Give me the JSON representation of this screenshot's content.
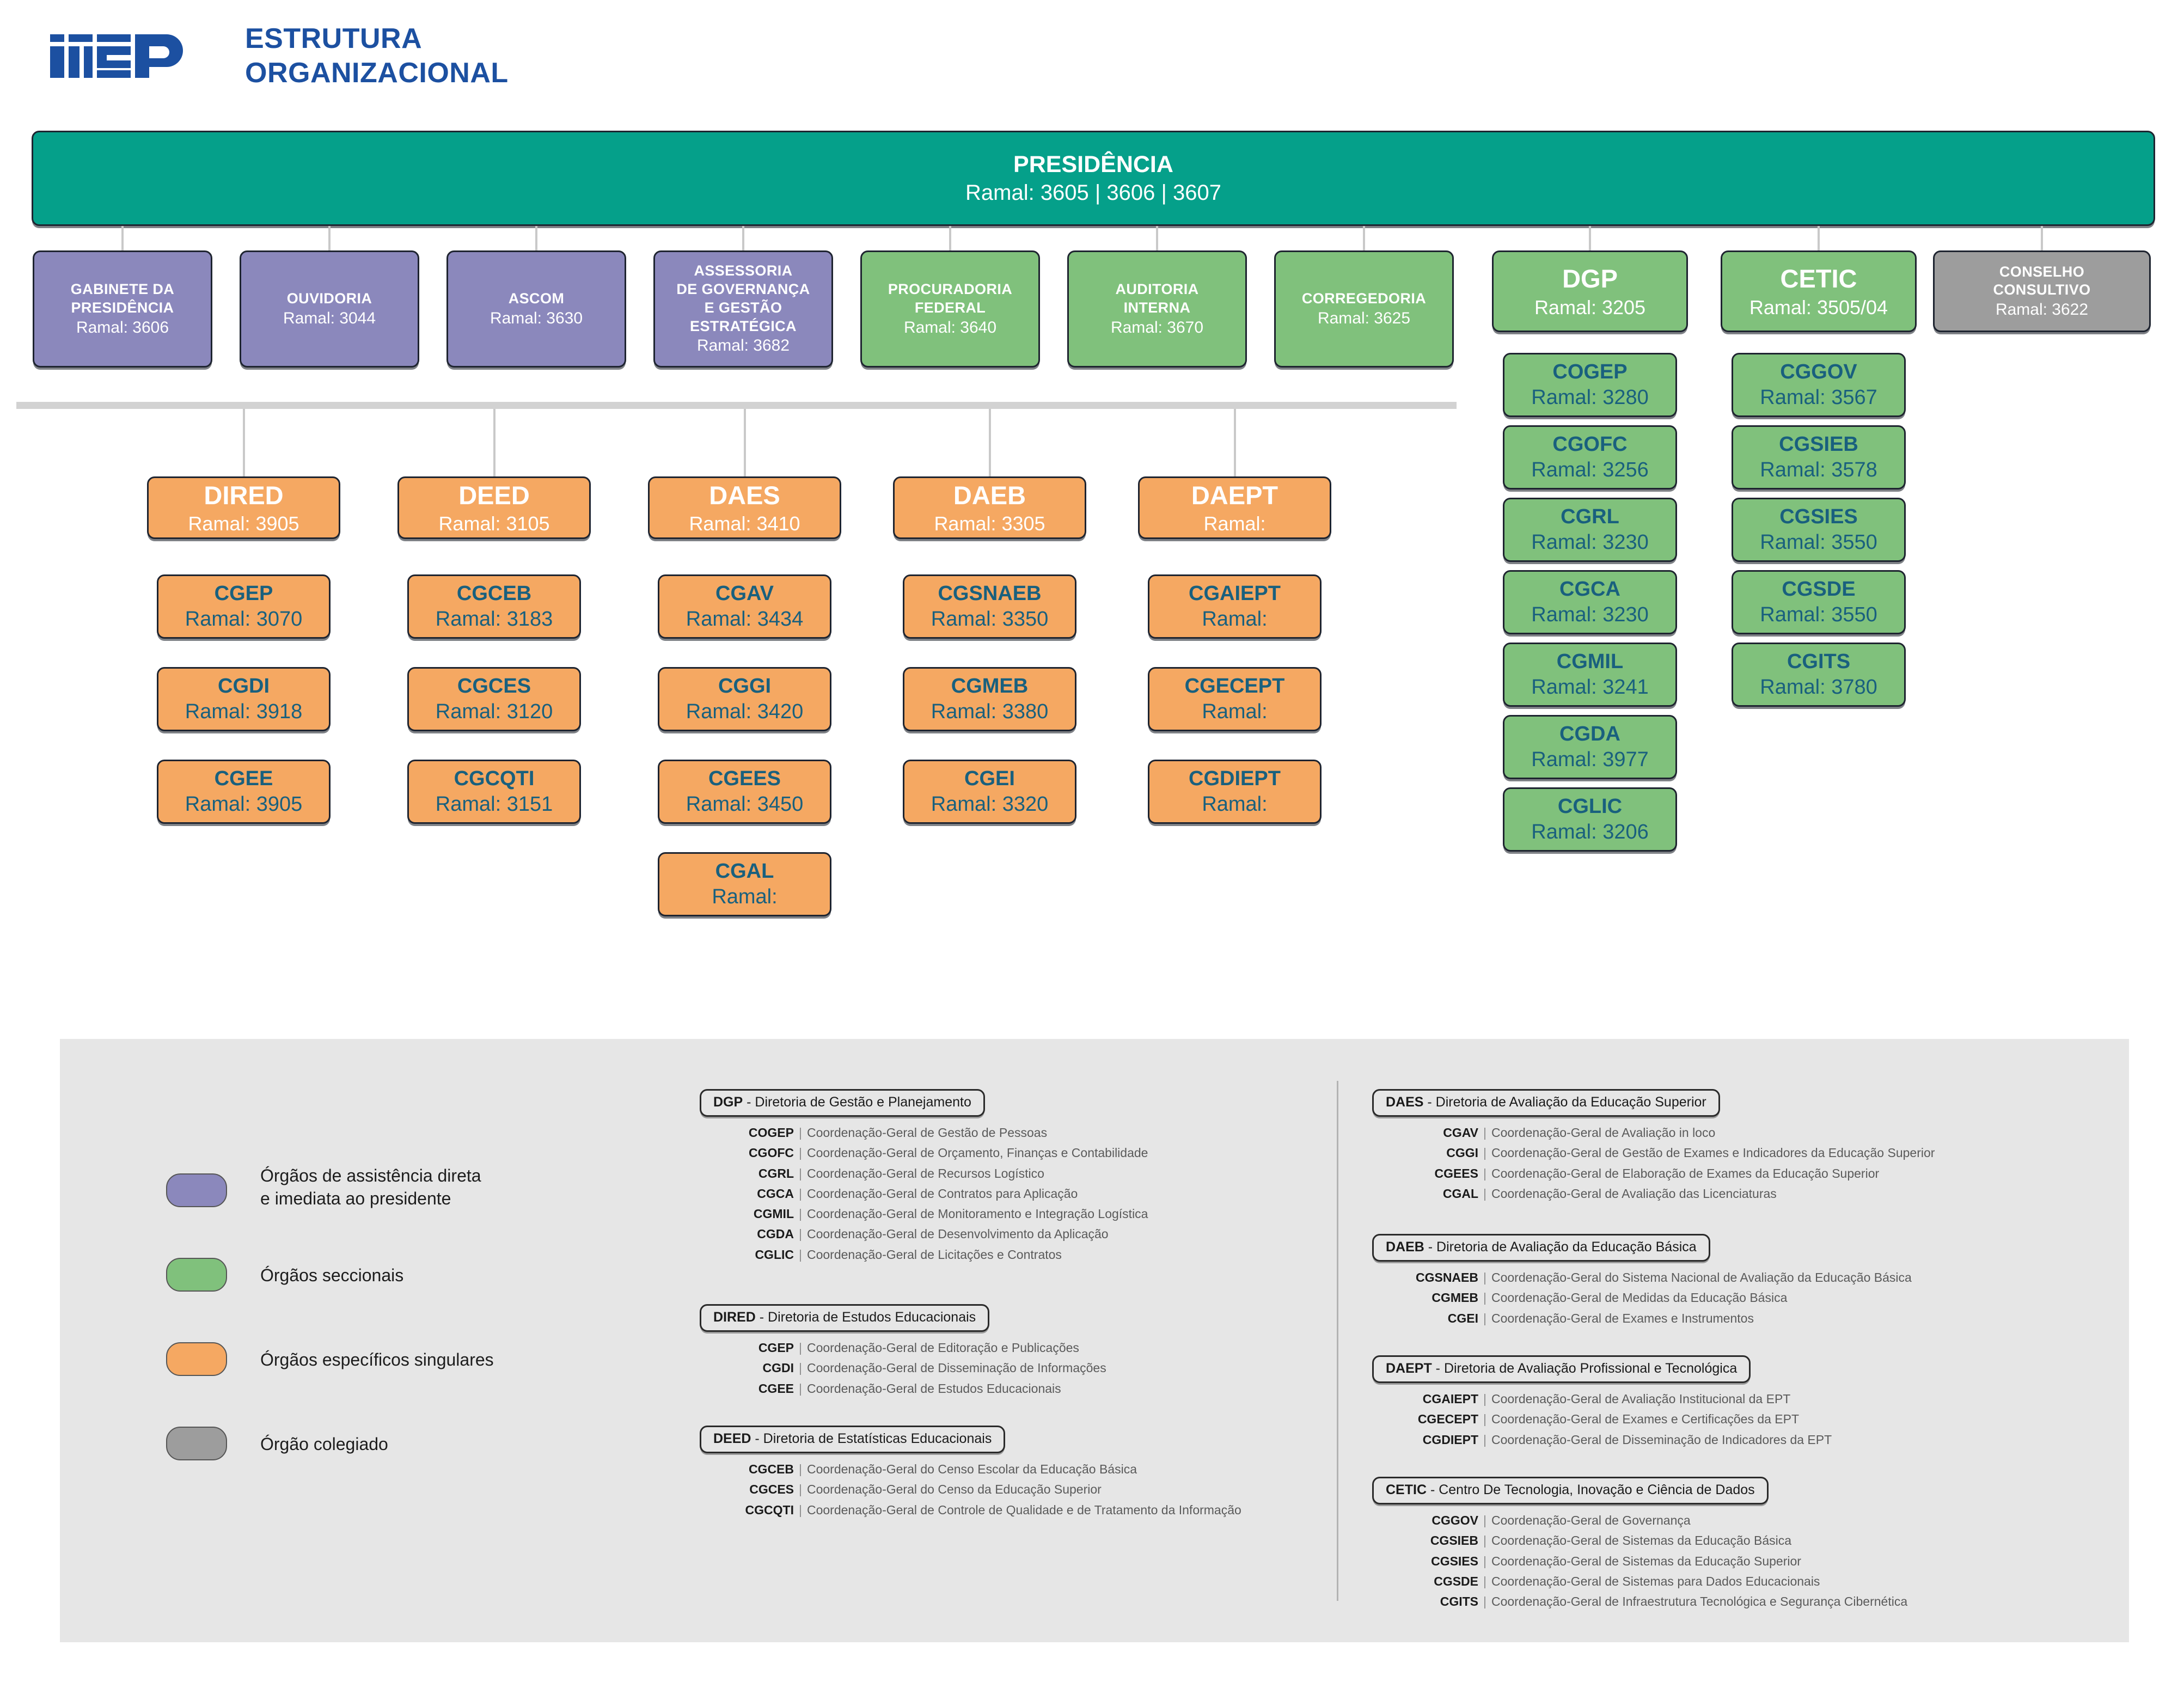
{
  "header": {
    "logo_text": "inep",
    "title_line1": "ESTRUTURA",
    "title_line2": "ORGANIZACIONAL"
  },
  "colors": {
    "teal": "#05a08a",
    "purple": "#8b88bc",
    "green": "#80c17c",
    "orange": "#f5a862",
    "gray": "#9d9d9d",
    "brand_blue": "#1c50a1",
    "panel_bg": "#e6e6e6"
  },
  "presidency": {
    "title": "PRESIDÊNCIA",
    "ramal": "Ramal: 3605 | 3606 | 3607"
  },
  "row2": [
    {
      "title": "GABINETE DA\nPRESIDÊNCIA",
      "ramal": "Ramal: 3606",
      "color": "purple"
    },
    {
      "title": "OUVIDORIA",
      "ramal": "Ramal: 3044",
      "color": "purple"
    },
    {
      "title": "ASCOM",
      "ramal": "Ramal: 3630",
      "color": "purple"
    },
    {
      "title": "ASSESSORIA\nDE GOVERNANÇA\nE GESTÃO ESTRATÉGICA",
      "ramal": "Ramal: 3682",
      "color": "purple"
    },
    {
      "title": "PROCURADORIA\nFEDERAL",
      "ramal": "Ramal: 3640",
      "color": "green"
    },
    {
      "title": "AUDITORIA\nINTERNA",
      "ramal": "Ramal: 3670",
      "color": "green"
    },
    {
      "title": "CORREGEDORIA",
      "ramal": "Ramal: 3625",
      "color": "green"
    },
    {
      "title": "CONSELHO\nCONSULTIVO",
      "ramal": "Ramal: 3622",
      "color": "gray"
    }
  ],
  "dgp": {
    "title": "DGP",
    "ramal": "Ramal: 3205",
    "color": "green"
  },
  "cetic": {
    "title": "CETIC",
    "ramal": "Ramal: 3505/04",
    "color": "green"
  },
  "dgp_children": [
    {
      "title": "COGEP",
      "ramal": "Ramal: 3280"
    },
    {
      "title": "CGOFC",
      "ramal": "Ramal: 3256"
    },
    {
      "title": "CGRL",
      "ramal": "Ramal: 3230"
    },
    {
      "title": "CGCA",
      "ramal": "Ramal: 3230"
    },
    {
      "title": "CGMIL",
      "ramal": "Ramal: 3241"
    },
    {
      "title": "CGDA",
      "ramal": "Ramal: 3977"
    },
    {
      "title": "CGLIC",
      "ramal": "Ramal: 3206"
    }
  ],
  "cetic_children": [
    {
      "title": "CGGOV",
      "ramal": "Ramal: 3567"
    },
    {
      "title": "CGSIEB",
      "ramal": "Ramal: 3578"
    },
    {
      "title": "CGSIES",
      "ramal": "Ramal: 3550"
    },
    {
      "title": "CGSDE",
      "ramal": "Ramal: 3550"
    },
    {
      "title": "CGITS",
      "ramal": "Ramal: 3780"
    }
  ],
  "directorates": [
    {
      "title": "DIRED",
      "ramal": "Ramal: 3905",
      "children": [
        {
          "title": "CGEP",
          "ramal": "Ramal: 3070"
        },
        {
          "title": "CGDI",
          "ramal": "Ramal: 3918"
        },
        {
          "title": "CGEE",
          "ramal": "Ramal: 3905"
        }
      ]
    },
    {
      "title": "DEED",
      "ramal": "Ramal: 3105",
      "children": [
        {
          "title": "CGCEB",
          "ramal": "Ramal: 3183"
        },
        {
          "title": "CGCES",
          "ramal": "Ramal: 3120"
        },
        {
          "title": "CGCQTI",
          "ramal": "Ramal: 3151"
        }
      ]
    },
    {
      "title": "DAES",
      "ramal": "Ramal: 3410",
      "children": [
        {
          "title": "CGAV",
          "ramal": "Ramal: 3434"
        },
        {
          "title": "CGGI",
          "ramal": "Ramal: 3420"
        },
        {
          "title": "CGEES",
          "ramal": "Ramal: 3450"
        },
        {
          "title": "CGAL",
          "ramal": "Ramal:"
        }
      ]
    },
    {
      "title": "DAEB",
      "ramal": "Ramal: 3305",
      "children": [
        {
          "title": "CGSNAEB",
          "ramal": "Ramal: 3350"
        },
        {
          "title": "CGMEB",
          "ramal": "Ramal: 3380"
        },
        {
          "title": "CGEI",
          "ramal": "Ramal: 3320"
        }
      ]
    },
    {
      "title": "DAEPT",
      "ramal": "Ramal:",
      "children": [
        {
          "title": "CGAIEPT",
          "ramal": "Ramal:"
        },
        {
          "title": "CGECEPT",
          "ramal": "Ramal:"
        },
        {
          "title": "CGDIEPT",
          "ramal": "Ramal:"
        }
      ]
    }
  ],
  "legend": [
    {
      "color": "purple",
      "label": "Órgãos de assistência direta\ne imediata ao presidente"
    },
    {
      "color": "green",
      "label": "Órgãos seccionais"
    },
    {
      "color": "orange",
      "label": "Órgãos específicos singulares"
    },
    {
      "color": "gray",
      "label": "Órgão colegiado"
    }
  ],
  "glossary_left": [
    {
      "acronym": "DGP",
      "name": "- Diretoria de Gestão e Planejamento",
      "items": [
        {
          "ac": "COGEP",
          "txt": "Coordenação-Geral de Gestão de Pessoas"
        },
        {
          "ac": "CGOFC",
          "txt": "Coordenação-Geral de Orçamento, Finanças e Contabilidade"
        },
        {
          "ac": "CGRL",
          "txt": "Coordenação-Geral de Recursos Logístico"
        },
        {
          "ac": "CGCA",
          "txt": "Coordenação-Geral de Contratos para Aplicação"
        },
        {
          "ac": "CGMIL",
          "txt": "Coordenação-Geral de Monitoramento e Integração Logística"
        },
        {
          "ac": "CGDA",
          "txt": "Coordenação-Geral de Desenvolvimento da Aplicação"
        },
        {
          "ac": "CGLIC",
          "txt": "Coordenação-Geral de Licitações e Contratos"
        }
      ]
    },
    {
      "acronym": "DIRED",
      "name": "- Diretoria de Estudos Educacionais",
      "items": [
        {
          "ac": "CGEP",
          "txt": "Coordenação-Geral de Editoração e Publicações"
        },
        {
          "ac": "CGDI",
          "txt": "Coordenação-Geral de Disseminação de Informações"
        },
        {
          "ac": "CGEE",
          "txt": "Coordenação-Geral de Estudos Educacionais"
        }
      ]
    },
    {
      "acronym": "DEED",
      "name": "- Diretoria de Estatísticas Educacionais",
      "items": [
        {
          "ac": "CGCEB",
          "txt": "Coordenação-Geral do Censo Escolar da Educação Básica"
        },
        {
          "ac": "CGCES",
          "txt": "Coordenação-Geral do Censo da Educação Superior"
        },
        {
          "ac": "CGCQTI",
          "txt": "Coordenação-Geral de Controle de Qualidade e de Tratamento da Informação"
        }
      ]
    }
  ],
  "glossary_right": [
    {
      "acronym": "DAES",
      "name": "- Diretoria de Avaliação da Educação Superior",
      "items": [
        {
          "ac": "CGAV",
          "txt": "Coordenação-Geral de Avaliação in loco"
        },
        {
          "ac": "CGGI",
          "txt": "Coordenação-Geral de Gestão de Exames e Indicadores da Educação Superior"
        },
        {
          "ac": "CGEES",
          "txt": "Coordenação-Geral de Elaboração de Exames da Educação Superior"
        },
        {
          "ac": "CGAL",
          "txt": "Coordenação-Geral de Avaliação das Licenciaturas"
        }
      ]
    },
    {
      "acronym": "DAEB",
      "name": "- Diretoria de Avaliação da Educação Básica",
      "items": [
        {
          "ac": "CGSNAEB",
          "txt": "Coordenação-Geral do Sistema Nacional de Avaliação da Educação Básica"
        },
        {
          "ac": "CGMEB",
          "txt": "Coordenação-Geral de Medidas da Educação Básica"
        },
        {
          "ac": "CGEI",
          "txt": "Coordenação-Geral de Exames e Instrumentos"
        }
      ]
    },
    {
      "acronym": "DAEPT",
      "name": "- Diretoria de Avaliação Profissional e Tecnológica",
      "items": [
        {
          "ac": "CGAIEPT",
          "txt": "Coordenação-Geral de Avaliação Institucional da EPT"
        },
        {
          "ac": "CGECEPT",
          "txt": "Coordenação-Geral de Exames e Certificações da EPT"
        },
        {
          "ac": "CGDIEPT",
          "txt": "Coordenação-Geral de Disseminação de Indicadores da EPT"
        }
      ]
    },
    {
      "acronym": "CETIC",
      "name": "- Centro De Tecnologia, Inovação e Ciência de Dados",
      "items": [
        {
          "ac": "CGGOV",
          "txt": "Coordenação-Geral de Governança"
        },
        {
          "ac": "CGSIEB",
          "txt": "Coordenação-Geral de Sistemas da Educação Básica"
        },
        {
          "ac": "CGSIES",
          "txt": "Coordenação-Geral de Sistemas da Educação Superior"
        },
        {
          "ac": "CGSDE",
          "txt": "Coordenação-Geral de Sistemas para Dados Educacionais"
        },
        {
          "ac": "CGITS",
          "txt": "Coordenação-Geral de Infraestrutura Tecnológica e Segurança Cibernética"
        }
      ]
    }
  ]
}
